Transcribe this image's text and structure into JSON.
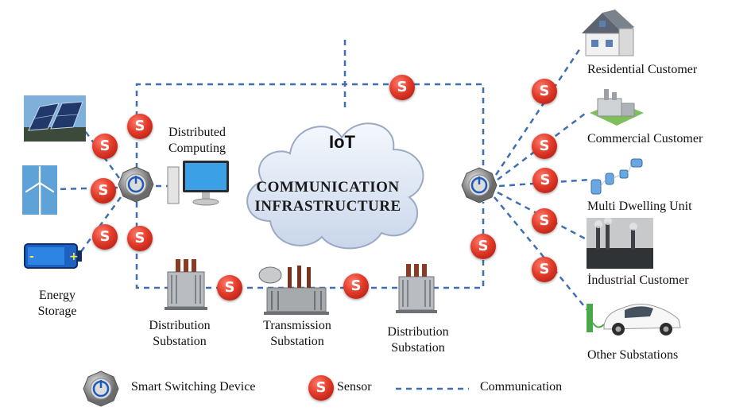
{
  "cloud": {
    "title": "IoT",
    "line1": "COMMUNICATION",
    "line2": "INFRASTRUCTURE"
  },
  "sources": {
    "energy_storage": [
      "Energy",
      "Storage"
    ]
  },
  "computing": [
    "Distributed",
    "Computing"
  ],
  "substations": {
    "distribution_left": [
      "Distribution",
      "Substation"
    ],
    "transmission": [
      "Transmission",
      "Substation"
    ],
    "distribution_right": [
      "Distribution",
      "Substation"
    ]
  },
  "customers": {
    "residential": "Residential Customer",
    "commercial": "Commercial Customer",
    "multi_dwelling": "Multi Dwelling Unit",
    "industrial": "İndustrial Customer",
    "other": "Other Substations"
  },
  "legend": {
    "switch_label": "Smart Switching Device",
    "sensor_label": "Sensor",
    "communication_label": "Communication"
  },
  "sensor_symbol": "S",
  "colors": {
    "line": "#3f6fb1",
    "sensor": "#e23b2a",
    "switch_center": "#1e5bb8"
  }
}
